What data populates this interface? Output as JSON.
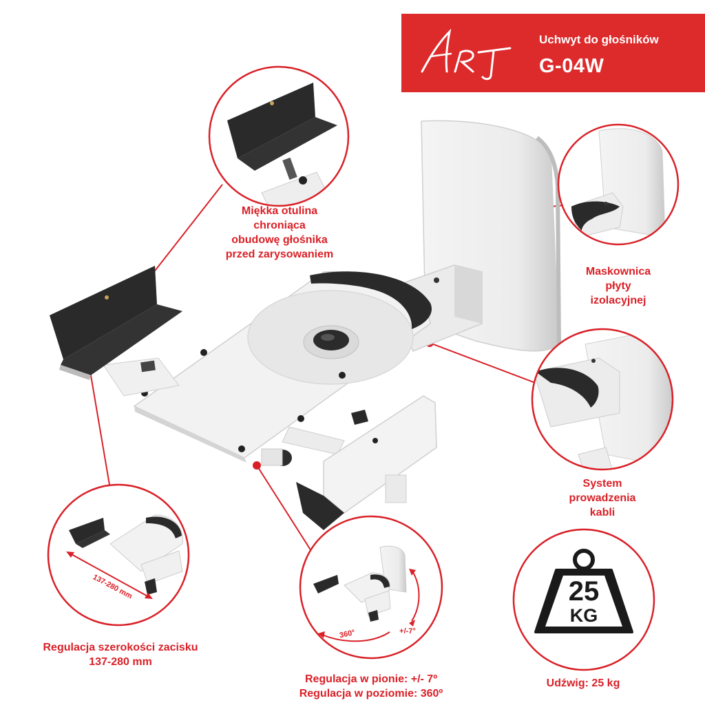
{
  "colors": {
    "accent": "#dd2a2b",
    "label": "#d92027",
    "rubber": "#2a2a2a",
    "metal": "#eeeeee"
  },
  "banner": {
    "logo_text": "ART",
    "subtitle": "Uchwyt do głośników",
    "model": "G-04W"
  },
  "features": {
    "soft_cover": [
      "Miękka otulina",
      "chroniąca",
      "obudowę głośnika",
      "przed zarysowaniem"
    ],
    "mask_plate": [
      "Maskownica",
      "płyty",
      "izolacyjnej"
    ],
    "cable_system": [
      "System",
      "prowadzenia",
      "kabli"
    ],
    "width_adjust": [
      "Regulacja szerokości zacisku",
      "137-280 mm"
    ],
    "rotation_adjust": [
      "Regulacja w pionie: +/- 7º",
      "Regulacja w poziomie: 360º"
    ],
    "capacity": [
      "Udźwig: 25 kg"
    ]
  },
  "badges": {
    "width_range": "137-280 mm",
    "horizontal_angle": "360°",
    "vertical_angle": "+/-7°",
    "weight_value": "25",
    "weight_unit": "KG"
  },
  "icons": [
    "weight-icon",
    "brand-logo"
  ]
}
